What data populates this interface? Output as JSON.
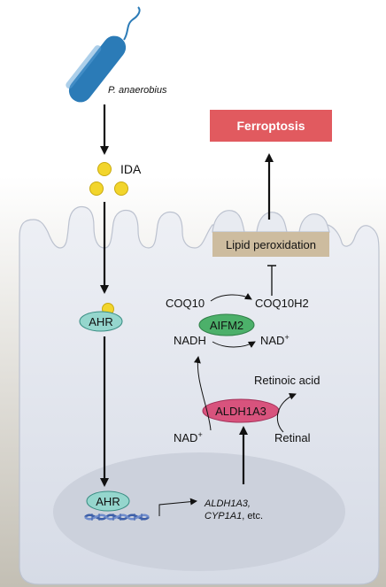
{
  "labels": {
    "bacterium": "P. anaerobius",
    "ida": "IDA",
    "ferroptosis": "Ferroptosis",
    "lipid_peroxidation": "Lipid peroxidation",
    "coq10": "COQ10",
    "coq10h2": "COQ10H2",
    "aifm2": "AIFM2",
    "nadh": "NADH",
    "nad_plus_right": "NAD",
    "nad_plus_left": "NAD",
    "plus_sup": "+",
    "ahr_cytoplasm": "AHR",
    "ahr_nucleus": "AHR",
    "retinoic_acid": "Retinoic acid",
    "aldh1a3": "ALDH1A3",
    "retinal": "Retinal",
    "gene_line1": "ALDH1A3,",
    "gene_line2_italic": "CYP1A1",
    "gene_line2_rest": ", etc."
  },
  "colors": {
    "background_top": "#ffffff",
    "background_bottom": "#c3bfb4",
    "cell": "#dfe3ec",
    "cell_border": "#bcc2cf",
    "nucleus": "#ccd1dc",
    "bacterium": "#2b7bb7",
    "ida_dot": "#f2d52c",
    "ferroptosis_box": "#e15a5f",
    "lipid_box": "#cdbc9f",
    "aifm2_ellipse": "#4cb06a",
    "ahr_ellipse": "#95d6cd",
    "aldh1a3_ellipse": "#d8537d",
    "dna": "#3c5ea8"
  },
  "icons": [
    "rod-bacterium-icon",
    "ida-molecule-icon",
    "dna-helix-icon"
  ]
}
